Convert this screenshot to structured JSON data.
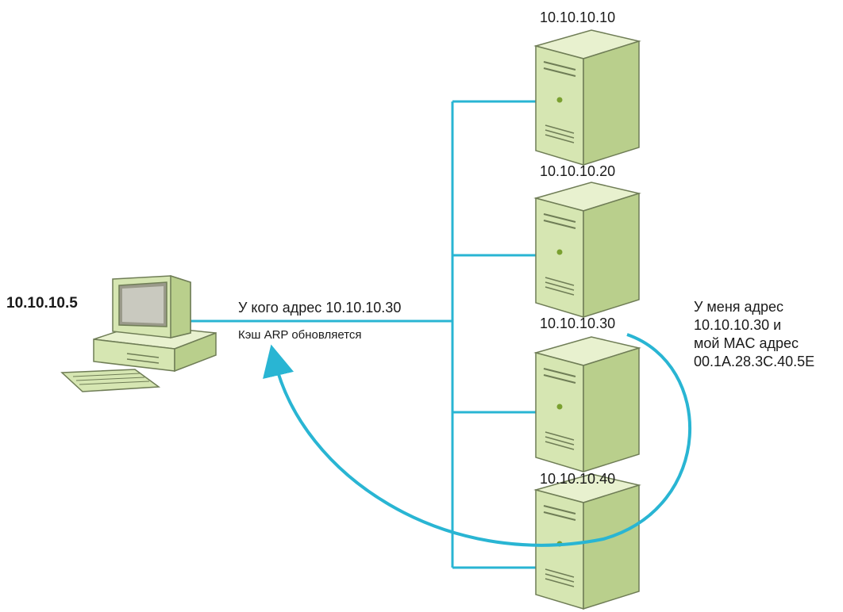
{
  "client": {
    "ip": "10.10.10.5"
  },
  "request": {
    "text": "У кого адрес 10.10.10.30",
    "cache_note": "Кэш ARP обновляется"
  },
  "servers": [
    {
      "ip": "10.10.10.10"
    },
    {
      "ip": "10.10.10.20"
    },
    {
      "ip": "10.10.10.30"
    },
    {
      "ip": "10.10.10.40"
    }
  ],
  "reply": {
    "lines": [
      "У меня адрес",
      "10.10.10.30 и",
      "мой MAC адрес",
      "00.1A.28.3C.40.5E"
    ]
  },
  "colors": {
    "link": "#29b5d3",
    "device_body": "#d6e6b2",
    "device_side": "#b9cf8c",
    "device_outline": "#6f7d56"
  }
}
